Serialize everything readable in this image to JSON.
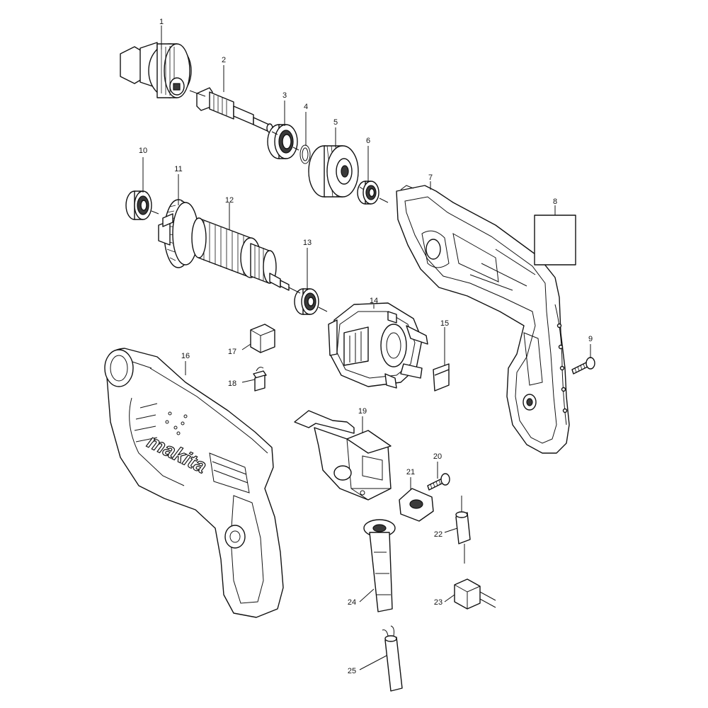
{
  "diagram": {
    "callouts": [
      {
        "id": "1",
        "text": "1"
      },
      {
        "id": "2",
        "text": "2"
      },
      {
        "id": "3",
        "text": "3"
      },
      {
        "id": "4",
        "text": "4"
      },
      {
        "id": "5",
        "text": "5"
      },
      {
        "id": "6",
        "text": "6"
      },
      {
        "id": "7",
        "text": "7"
      },
      {
        "id": "8",
        "text": "8"
      },
      {
        "id": "9",
        "text": "9"
      },
      {
        "id": "10",
        "text": "10"
      },
      {
        "id": "11",
        "text": "11"
      },
      {
        "id": "12",
        "text": "12"
      },
      {
        "id": "13",
        "text": "13"
      },
      {
        "id": "14",
        "text": "14"
      },
      {
        "id": "15",
        "text": "15"
      },
      {
        "id": "16",
        "text": "16"
      },
      {
        "id": "17",
        "text": "17"
      },
      {
        "id": "18",
        "text": "18"
      },
      {
        "id": "19",
        "text": "19"
      },
      {
        "id": "20",
        "text": "20"
      },
      {
        "id": "21",
        "text": "21"
      },
      {
        "id": "22",
        "text": "22"
      },
      {
        "id": "23",
        "text": "23"
      },
      {
        "id": "24",
        "text": "24"
      },
      {
        "id": "25",
        "text": "25"
      }
    ],
    "brand_logo": "makita"
  }
}
